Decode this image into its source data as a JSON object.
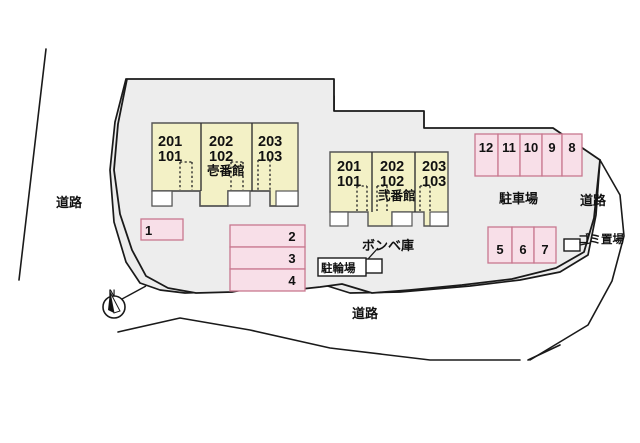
{
  "colors": {
    "lot_fill": "#ededed",
    "building_fill": "#f3f1c6",
    "parking_fill": "#f8dfe8",
    "parking_stroke": "#c8788f",
    "outline": "#1a1a1a",
    "building_stroke": "#555555",
    "background": "#ffffff"
  },
  "buildings": [
    {
      "id": "building-1",
      "name": "壱番館",
      "units": [
        {
          "upper": "201",
          "lower": "101"
        },
        {
          "upper": "202",
          "lower": "102"
        },
        {
          "upper": "203",
          "lower": "103"
        }
      ]
    },
    {
      "id": "building-2",
      "name": "弐番館",
      "units": [
        {
          "upper": "201",
          "lower": "101"
        },
        {
          "upper": "202",
          "lower": "102"
        },
        {
          "upper": "203",
          "lower": "103"
        }
      ]
    }
  ],
  "parking": {
    "area_label": "駐車場",
    "left_single": "1",
    "left_stack": [
      "2",
      "3",
      "4"
    ],
    "right_top_row": [
      "12",
      "11",
      "10",
      "9",
      "8"
    ],
    "right_bottom_row": [
      "5",
      "6",
      "7"
    ]
  },
  "facilities": {
    "bicycle_parking": "駐輪場",
    "gas_cylinder_storage": "ボンベ庫",
    "garbage_area": "ゴミ置場"
  },
  "roads": {
    "west": "道路",
    "east": "道路",
    "south": "道路"
  },
  "compass": {
    "north_label": "N"
  }
}
